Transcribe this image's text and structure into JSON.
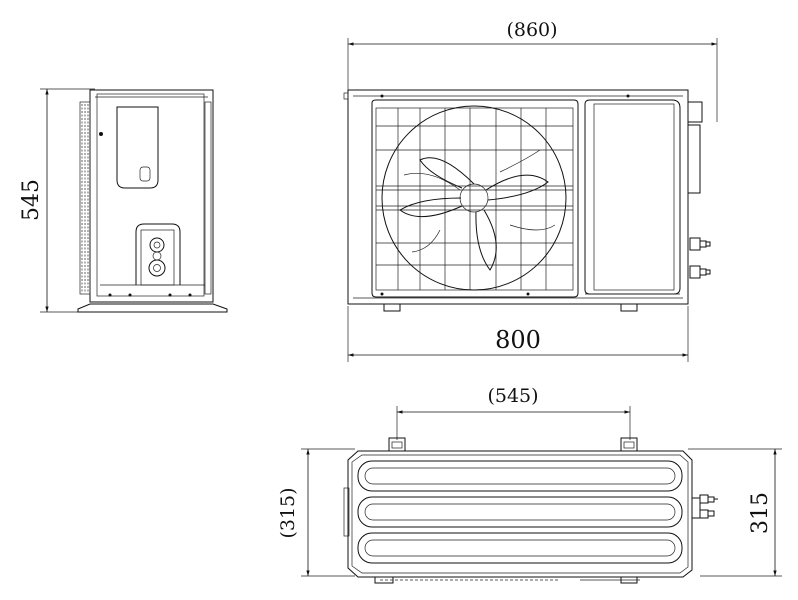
{
  "dimensions": {
    "front_overall": "(860)",
    "front_width": "800",
    "side_height": "545",
    "top_mount_spacing": "(545)",
    "top_depth_ref": "(315)",
    "top_depth": "315"
  }
}
